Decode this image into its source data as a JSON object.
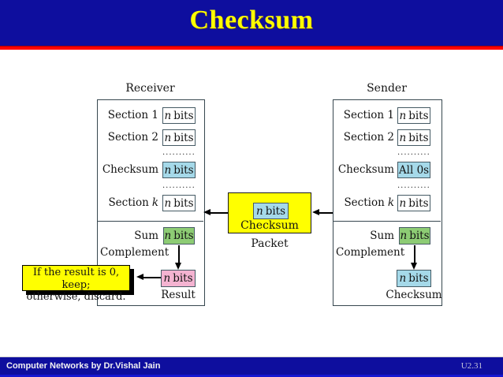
{
  "slide": {
    "title": "Checksum"
  },
  "footer": {
    "left_text": "Computer Networks by Dr.Vishal Jain",
    "right_text": "U2.31"
  },
  "colors": {
    "header_bg": "#0e0e9e",
    "title_yellow": "#ffff00",
    "rule_red": "#ff0000",
    "box_blue": "#a5d9e9",
    "box_green": "#8dcc74",
    "box_pink": "#f4b3d1",
    "packet_yellow": "#ffff00",
    "footer_strip_blue": "#1717cf"
  },
  "dots": "............",
  "receiver": {
    "title": "Receiver",
    "rows": [
      {
        "label": "Section 1",
        "label_italic": "",
        "var": "n",
        "unit": "bits"
      },
      {
        "label": "Section 2",
        "label_italic": "",
        "var": "n",
        "unit": "bits"
      },
      {
        "label": "Checksum",
        "label_italic": "",
        "var": "n",
        "unit": "bits"
      },
      {
        "label": "Section",
        "label_italic": "k",
        "var": "n",
        "unit": "bits"
      }
    ],
    "sum": {
      "label": "Sum",
      "var": "n",
      "unit": "bits"
    },
    "complement": "Complement",
    "result": {
      "var": "n",
      "unit": "bits",
      "caption": "Result"
    }
  },
  "sender": {
    "title": "Sender",
    "rows": [
      {
        "label": "Section 1",
        "label_italic": "",
        "var": "n",
        "unit": "bits"
      },
      {
        "label": "Section 2",
        "label_italic": "",
        "var": "n",
        "unit": "bits"
      },
      {
        "label": "Checksum",
        "label_italic": "",
        "var": "",
        "unit": "All 0s"
      },
      {
        "label": "Section",
        "label_italic": "k",
        "var": "n",
        "unit": "bits"
      }
    ],
    "sum": {
      "label": "Sum",
      "var": "n",
      "unit": "bits"
    },
    "complement": "Complement",
    "result": {
      "var": "n",
      "unit": "bits",
      "caption": "Checksum"
    }
  },
  "packet": {
    "var": "n",
    "unit": "bits",
    "checksum_label": "Checksum",
    "caption": "Packet"
  },
  "callout": {
    "line1": "If the result is 0, keep;",
    "line2": "otherwise, discard."
  }
}
